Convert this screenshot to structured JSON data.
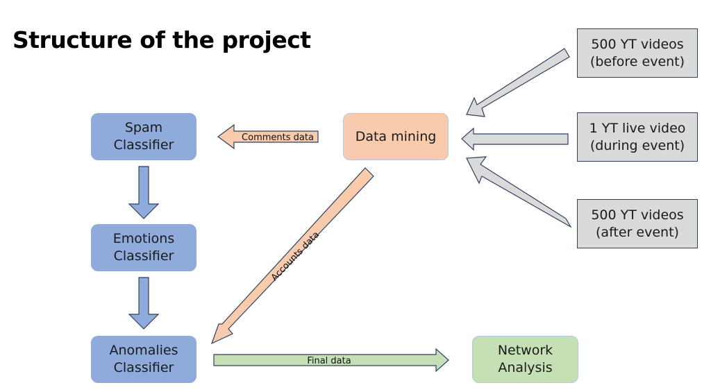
{
  "title": "Structure of the project",
  "nodes": {
    "spam": "Spam\nClassifier",
    "emotions": "Emotions\nClassifier",
    "anomalies": "Anomalies\nClassifier",
    "data_mining": "Data mining",
    "network": "Network\nAnalysis",
    "src_before": "500 YT videos\n(before event)",
    "src_during": "1 YT live video\n(during event)",
    "src_after": "500 YT videos\n(after event)"
  },
  "arrows": {
    "comments": "Comments data",
    "accounts": "Accounts data",
    "final": "Final data"
  },
  "colors": {
    "classifier": "#8fabdc",
    "mining": "#f8cbad",
    "network": "#c5e0b4",
    "source": "#dadada",
    "outline": "#2f3f5f"
  }
}
